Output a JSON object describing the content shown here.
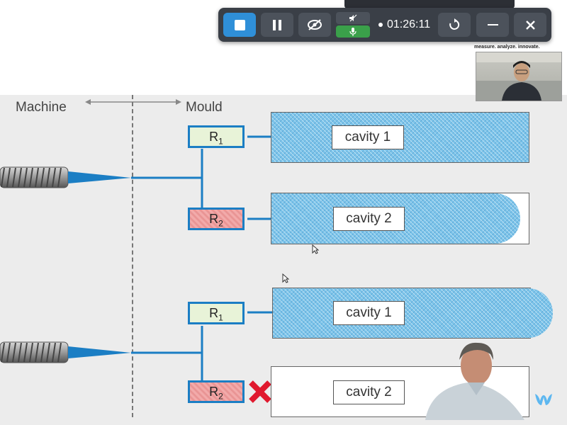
{
  "slide": {
    "machine_label": "Machine",
    "mould_label": "Mould",
    "top": {
      "r1": {
        "letter": "R",
        "sub": "1"
      },
      "r2": {
        "letter": "R",
        "sub": "2"
      },
      "cavity1": {
        "label": "cavity 1",
        "fill_fraction": 1.0
      },
      "cavity2": {
        "label": "cavity 2",
        "fill_fraction": 0.95
      }
    },
    "bottom": {
      "r1": {
        "letter": "R",
        "sub": "1"
      },
      "r2": {
        "letter": "R",
        "sub": "2",
        "blocked": true
      },
      "cavity1": {
        "label": "cavity 1",
        "fill_fraction": 1.0
      },
      "cavity2": {
        "label": "cavity 2",
        "fill_fraction": 0.0
      }
    }
  },
  "recorder": {
    "stop_icon": "stop-icon",
    "pause_icon": "pause-icon",
    "camera_icon": "camera-off-icon",
    "mic_icon": "mic-icon",
    "timer": "01:26:11",
    "restart_icon": "restart-icon",
    "minimize_icon": "minimize-icon",
    "close_icon": "close-icon"
  },
  "brand_tagline": "measure. analyze. innovate.",
  "colors": {
    "stop_accent": "#2f8fd8",
    "mic_accent": "#3aa04a",
    "pipe": "#1b7ec4",
    "block_x": "#e0192e",
    "toolbar_bg": "#3a3f47"
  }
}
